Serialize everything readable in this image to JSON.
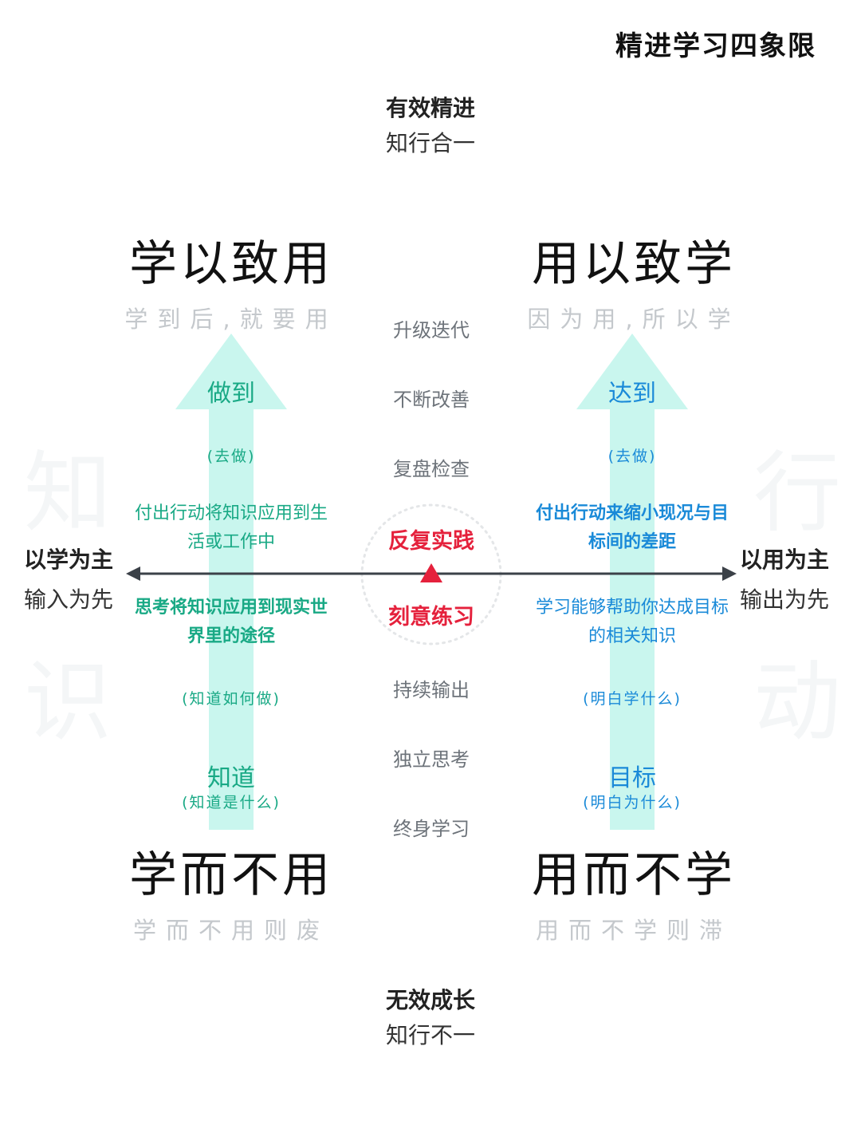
{
  "title": "精进学习四象限",
  "top_pole": {
    "title": "有效精进",
    "subtitle": "知行合一"
  },
  "bottom_pole": {
    "title": "无效成长",
    "subtitle": "知行不一"
  },
  "left_side": {
    "title": "以学为主",
    "subtitle": "输入为先"
  },
  "right_side": {
    "title": "以用为主",
    "subtitle": "输出为先"
  },
  "quadrants": {
    "top_left": {
      "title": "学以致用",
      "subtitle": "学到后,就要用"
    },
    "top_right": {
      "title": "用以致学",
      "subtitle": "因为用,所以学"
    },
    "bottom_left": {
      "title": "学而不用",
      "subtitle": "学而不用则废"
    },
    "bottom_right": {
      "title": "用而不学",
      "subtitle": "用而不学则滞"
    }
  },
  "ladder": [
    "升级迭代",
    "不断改善",
    "复盘检查",
    "反复实践",
    "刻意练习",
    "持续输出",
    "独立思考",
    "终身学习"
  ],
  "left_arrow": {
    "top_label": "做到",
    "top_note": "(去做)",
    "desc_top": "付出行动将知识应用到生活或工作中",
    "desc_bottom": "思考将知识应用到现实世界里的途径",
    "mid_note": "(知道如何做)",
    "bottom_label": "知道",
    "bottom_note": "(知道是什么)"
  },
  "right_arrow": {
    "top_label": "达到",
    "top_note": "(去做)",
    "desc_top": "付出行动来缩小现况与目标间的差距",
    "desc_bottom": "学习能够帮助你达成目标的相关知识",
    "mid_note": "(明白学什么)",
    "bottom_label": "目标",
    "bottom_note": "(明白为什么)"
  },
  "ghost_text": {
    "left": [
      "知",
      "识"
    ],
    "right": [
      "行",
      "动"
    ]
  },
  "colors": {
    "arrow_fill": "#c9f6ee",
    "green_text": "#19a985",
    "blue_text": "#1a8ad8",
    "highlight_red": "#e5213c",
    "axis": "#3b4148"
  }
}
